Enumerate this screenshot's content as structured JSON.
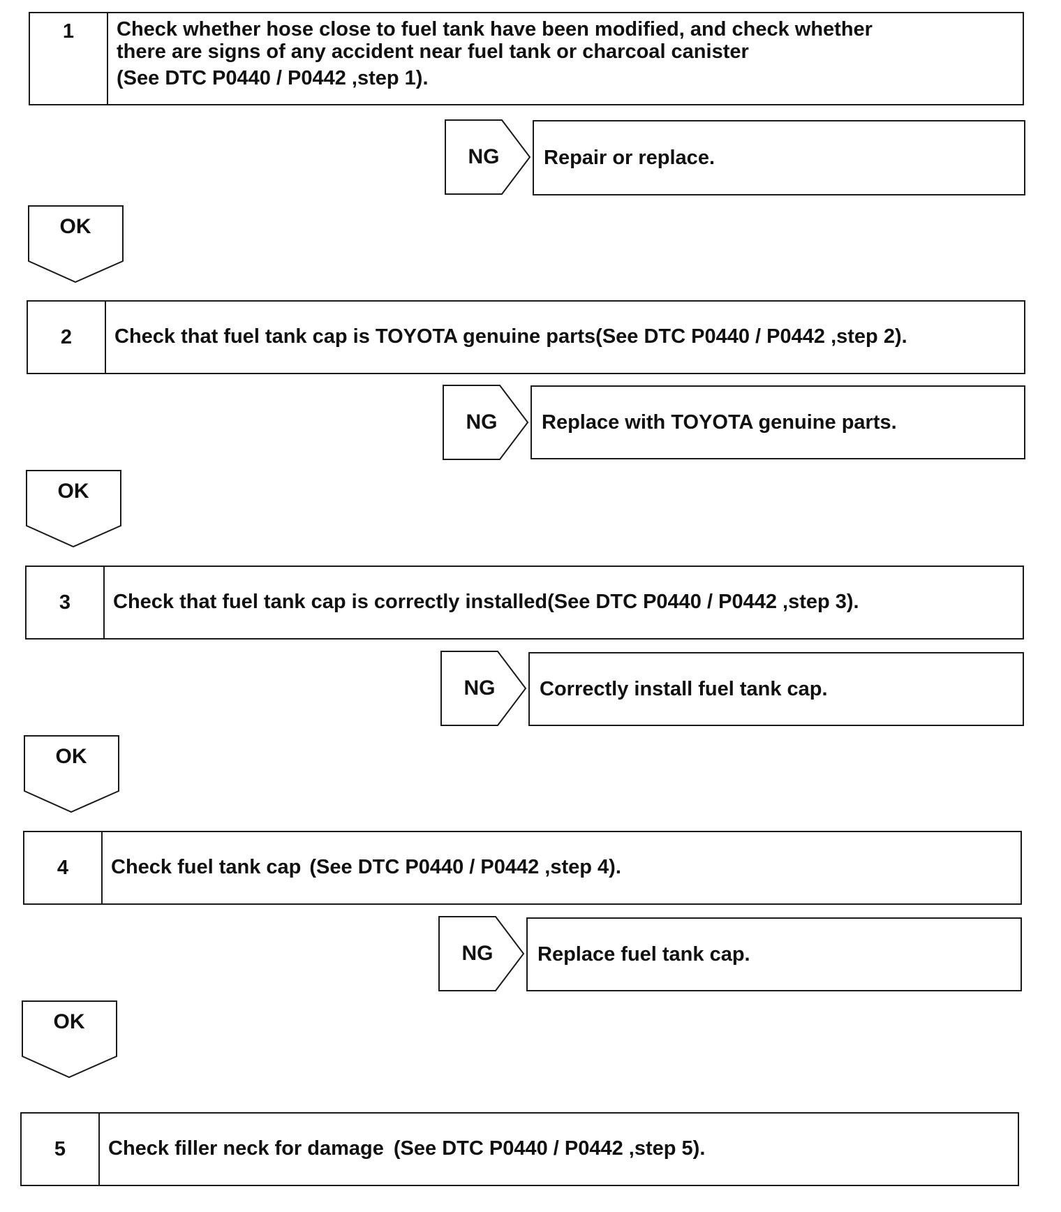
{
  "steps": [
    {
      "number": "1",
      "text_lines": [
        "Check whether hose close to fuel tank have been modified, and check whether",
        "there are signs of any accident near fuel tank or charcoal canister"
      ],
      "reference": "(See DTC P0440 / P0442 ,step 1).",
      "ng_label": "NG",
      "ng_action": "Repair or replace.",
      "ok_label": "OK"
    },
    {
      "number": "2",
      "text_lines": [
        "Check that fuel tank cap is TOYOTA genuine parts"
      ],
      "reference": "(See DTC P0440 / P0442 ,step 2).",
      "ng_label": "NG",
      "ng_action": "Replace with TOYOTA genuine parts.",
      "ok_label": "OK"
    },
    {
      "number": "3",
      "text_lines": [
        "Check that fuel tank cap is correctly installed"
      ],
      "reference": "(See DTC P0440 / P0442 ,step 3).",
      "ng_label": "NG",
      "ng_action": "Correctly install fuel tank cap.",
      "ok_label": "OK"
    },
    {
      "number": "4",
      "text_lines": [
        "Check fuel tank cap"
      ],
      "reference": "(See DTC P0440 / P0442 ,step 4).",
      "ng_label": "NG",
      "ng_action": "Replace fuel tank cap.",
      "ok_label": "OK"
    },
    {
      "number": "5",
      "text_lines": [
        "Check filler neck for damage"
      ],
      "reference": "(See DTC P0440 / P0442 ,step 5)."
    }
  ]
}
